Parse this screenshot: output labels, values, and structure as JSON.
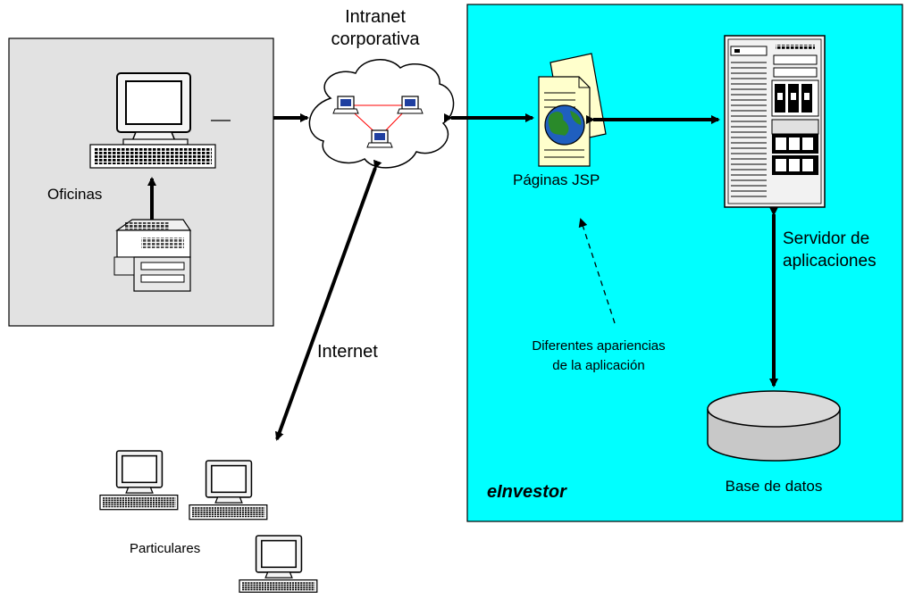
{
  "labels": {
    "intranet_line1": "Intranet",
    "intranet_line2": "corporativa",
    "oficinas": "Oficinas",
    "internet": "Internet",
    "particulares": "Particulares",
    "paginas_jsp": "Páginas JSP",
    "servidor_line1": "Servidor de",
    "servidor_line2": "aplicaciones",
    "apariencias_line1": "Diferentes apariencias",
    "apariencias_line2": "de la aplicación",
    "base_datos": "Base de datos",
    "einvestor": "eInvestor"
  },
  "colors": {
    "office_panel": "#e2e2e2",
    "einvestor_panel": "#00ffff",
    "page_paper": "#ffffcc",
    "globe_blue": "#1f5fbf",
    "globe_green": "#2a8a2a",
    "server_body": "#f2f2f2",
    "database": "#c8c8c8",
    "link_red": "#ff0000"
  },
  "icons": [
    "computer-icon",
    "printer-icon",
    "cloud-icon",
    "laptop-icon",
    "jsp-pages-icon",
    "server-icon",
    "database-icon"
  ]
}
